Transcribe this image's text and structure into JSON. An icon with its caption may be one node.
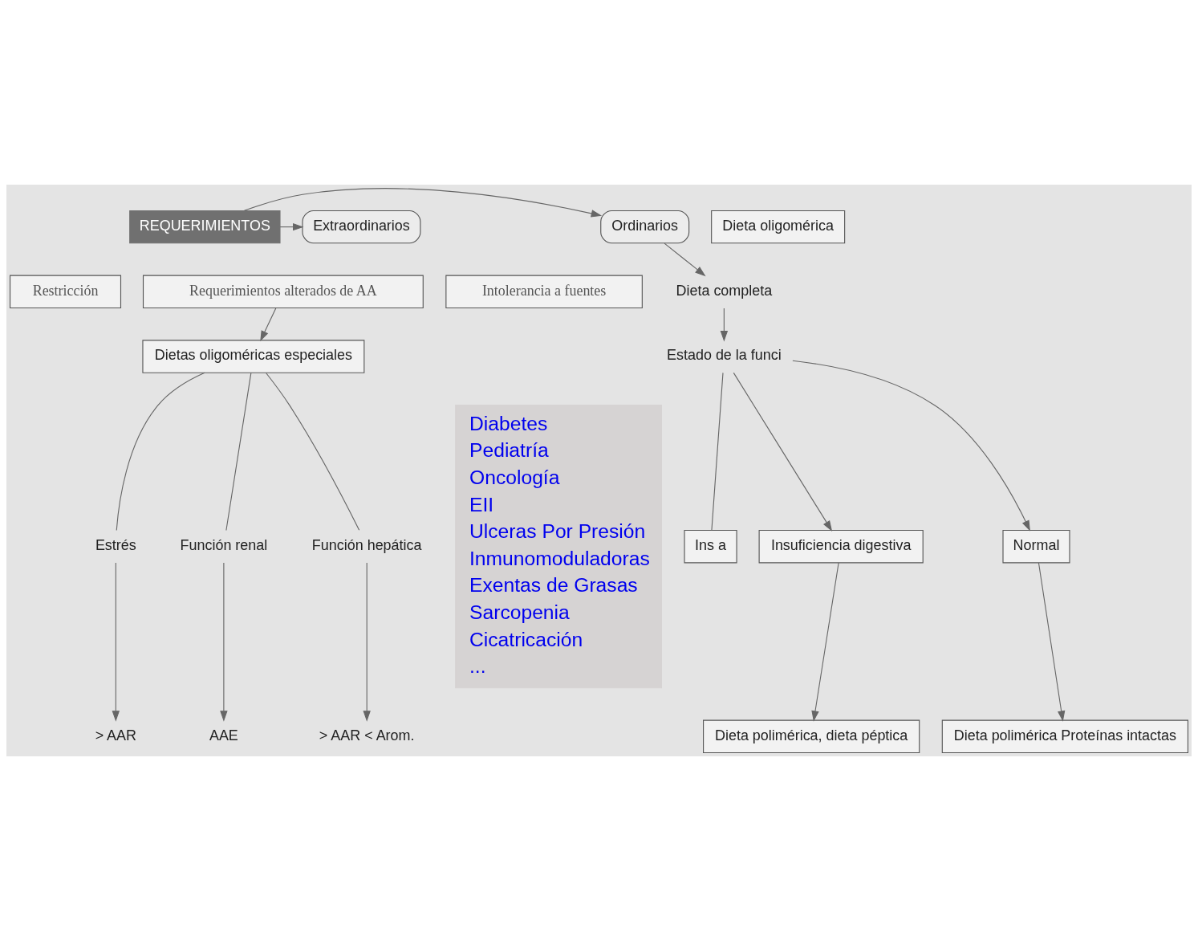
{
  "diagram": {
    "nodes": [
      {
        "text": [
          "REQUERIMIENTOS"
        ]
      },
      {
        "text": [
          "Ordinarios"
        ]
      },
      {
        "text": [
          "Extraordinarios"
        ]
      },
      {
        "text": [
          "Dieta completa"
        ]
      },
      {
        "text": [
          "Estado de la funci"
        ]
      },
      {
        "text": [
          "Normal"
        ]
      },
      {
        "text": [
          "Ins a"
        ]
      },
      {
        "text": [
          "Insuficiencia digestiva"
        ]
      },
      {
        "text": [
          "Dieta polimérica Proteínas intactas"
        ]
      },
      {
        "text": [
          "Dieta polimérica, dieta péptica"
        ]
      },
      {
        "text": [
          "Dieta oligomérica"
        ]
      },
      {
        "text": [
          "Restricción"
        ]
      },
      {
        "text": [
          "Intolerancia a fuentes"
        ]
      },
      {
        "text": [
          "Requerimientos alterados de AA"
        ]
      },
      {
        "text": [
          "Dietas oligoméricas especiales"
        ]
      },
      {
        "text": [
          "Estrés"
        ]
      },
      {
        "text": [
          "Función renal"
        ]
      },
      {
        "text": [
          "Función hepática"
        ]
      },
      {
        "text": [
          "> AAR"
        ]
      },
      {
        "text": [
          "AAE"
        ]
      },
      {
        "text": [
          "> AAR < Arom."
        ]
      },
      {
        "text": [
          "Diabetes",
          "Pediatría",
          "Oncología",
          "EII",
          "Ulceras Por Presión",
          "Inmunomoduladoras",
          "Exentas de Grasas",
          "Sarcopenia",
          "Cicatricación",
          "..."
        ]
      }
    ],
    "edges": [
      {
        "from": 0,
        "to": 1,
        "arrow": "to"
      },
      {
        "from": 0,
        "to": 2,
        "arrow": "to"
      },
      {
        "from": 1,
        "to": 3,
        "arrow": "to"
      },
      {
        "from": 3,
        "to": 4,
        "arrow": "to"
      },
      {
        "from": 4,
        "to": 5,
        "arrow": "to"
      },
      {
        "from": 4,
        "to": 7,
        "arrow": "to"
      },
      {
        "from": 4,
        "to": 6,
        "arrow": "none"
      },
      {
        "from": 5,
        "to": 8,
        "arrow": "to"
      },
      {
        "from": 7,
        "to": 9,
        "arrow": "to"
      },
      {
        "from": 13,
        "to": 14,
        "arrow": "to"
      },
      {
        "from": 14,
        "to": 15,
        "arrow": "none"
      },
      {
        "from": 14,
        "to": 16,
        "arrow": "none"
      },
      {
        "from": 14,
        "to": 17,
        "arrow": "none"
      },
      {
        "from": 15,
        "to": 18,
        "arrow": "to"
      },
      {
        "from": 16,
        "to": 19,
        "arrow": "to"
      },
      {
        "from": 17,
        "to": 20,
        "arrow": "to"
      }
    ]
  }
}
